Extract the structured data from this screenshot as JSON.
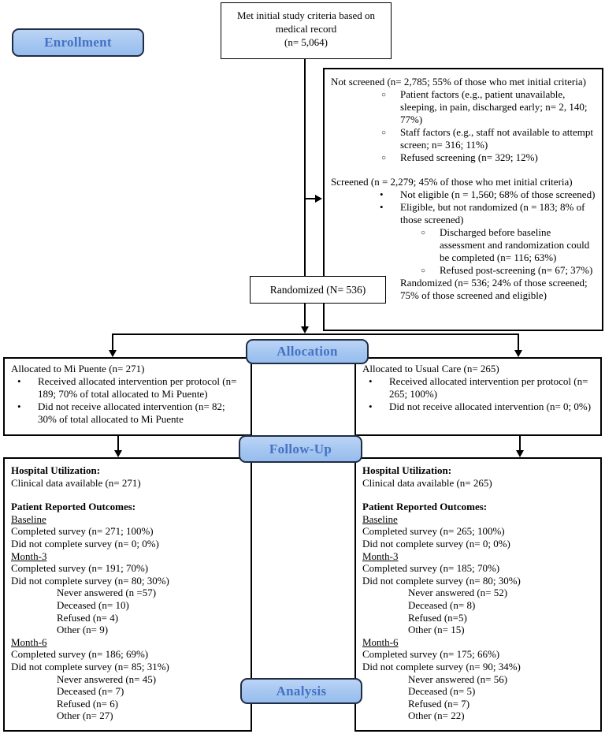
{
  "diagram": {
    "labels": {
      "enrollment": "Enrollment",
      "allocation": "Allocation",
      "followup": "Follow-Up",
      "analysis": "Analysis"
    },
    "colors": {
      "label_fill": "#a5c6f0",
      "label_border": "#1f2d45",
      "label_text": "#4472c4",
      "box_border": "#000000"
    },
    "top_box": {
      "lines": [
        {
          "t": "Met initial study criteria based on",
          "s": "plain"
        },
        {
          "t": "medical record",
          "s": "plain"
        },
        {
          "t": "(n= 5,064)",
          "s": "plain"
        }
      ]
    },
    "randomized_box": {
      "text": "Randomized (N= 536)"
    },
    "screening_box": {
      "lines": [
        {
          "t": "Not screened (n= 2,785; 55% of those who met initial criteria)",
          "s": "plain"
        },
        {
          "t": "Patient factors (e.g., patient unavailable, sleeping, in pain, discharged early; n= 2, 140; 77%)",
          "s": "circle"
        },
        {
          "t": "Staff factors (e.g., staff not available to attempt screen; n= 316; 11%)",
          "s": "circle"
        },
        {
          "t": "Refused screening (n= 329; 12%)",
          "s": "circle"
        },
        {
          "t": "",
          "s": "gap"
        },
        {
          "t": "Screened (n = 2,279; 45% of those who met initial criteria)",
          "s": "plain"
        },
        {
          "t": "Not eligible (n = 1,560; 68% of those screened)",
          "s": "bullet"
        },
        {
          "t": "Eligible, but not randomized (n = 183; 8% of those screened)",
          "s": "bullet"
        },
        {
          "t": "Discharged before baseline assessment and randomization could be completed (n= 116; 63%)",
          "s": "circle2"
        },
        {
          "t": "Refused post-screening (n= 67; 37%)",
          "s": "circle2"
        },
        {
          "t": "Randomized (n= 536; 24% of those screened; 75% of those screened and eligible)",
          "s": "bullet"
        }
      ]
    },
    "allocation_left": {
      "lines": [
        {
          "t": "Allocated to Mi Puente (n= 271)",
          "s": "plain"
        },
        {
          "t": "Received allocated intervention per protocol (n= 189; 70% of total allocated to Mi Puente)",
          "s": "bullet"
        },
        {
          "t": "Did not receive allocated intervention (n= 82; 30% of total allocated to Mi Puente",
          "s": "bullet"
        }
      ]
    },
    "allocation_right": {
      "lines": [
        {
          "t": "Allocated to Usual Care (n= 265)",
          "s": "plain"
        },
        {
          "t": "Received allocated intervention per protocol (n= 265; 100%)",
          "s": "bullet"
        },
        {
          "t": "Did not receive allocated intervention (n= 0; 0%)",
          "s": "bullet"
        }
      ]
    },
    "followup_left": {
      "lines": [
        {
          "t": "Hospital Utilization:",
          "s": "bold"
        },
        {
          "t": "Clinical data available (n= 271)",
          "s": "plain"
        },
        {
          "t": "",
          "s": "gap"
        },
        {
          "t": "Patient Reported Outcomes:",
          "s": "bold"
        },
        {
          "t": "Baseline",
          "s": "underline"
        },
        {
          "t": "Completed survey (n= 271; 100%)",
          "s": "plain"
        },
        {
          "t": "Did not complete survey (n= 0; 0%)",
          "s": "plain"
        },
        {
          "t": "Month-3",
          "s": "underline"
        },
        {
          "t": "Completed survey (n= 191; 70%)",
          "s": "plain"
        },
        {
          "t": "Did not complete survey (n= 80; 30%)",
          "s": "plain"
        },
        {
          "t": "Never answered (n =57)",
          "s": "sub"
        },
        {
          "t": "Deceased (n= 10)",
          "s": "sub"
        },
        {
          "t": "Refused (n= 4)",
          "s": "sub"
        },
        {
          "t": "Other (n= 9)",
          "s": "sub"
        },
        {
          "t": "Month-6",
          "s": "underline"
        },
        {
          "t": "Completed survey (n= 186; 69%)",
          "s": "plain"
        },
        {
          "t": "Did not complete survey (n= 85; 31%)",
          "s": "plain"
        },
        {
          "t": "Never answered (n= 45)",
          "s": "sub"
        },
        {
          "t": "Deceased (n= 7)",
          "s": "sub"
        },
        {
          "t": "Refused (n= 6)",
          "s": "sub"
        },
        {
          "t": "Other (n= 27)",
          "s": "sub"
        }
      ]
    },
    "followup_right": {
      "lines": [
        {
          "t": "Hospital Utilization:",
          "s": "bold"
        },
        {
          "t": "Clinical data available (n= 265)",
          "s": "plain"
        },
        {
          "t": "",
          "s": "gap"
        },
        {
          "t": "Patient Reported Outcomes:",
          "s": "bold"
        },
        {
          "t": "Baseline",
          "s": "underline"
        },
        {
          "t": "Completed survey (n= 265; 100%)",
          "s": "plain"
        },
        {
          "t": "Did not complete survey (n= 0; 0%)",
          "s": "plain"
        },
        {
          "t": "Month-3",
          "s": "underline"
        },
        {
          "t": "Completed survey (n= 185; 70%)",
          "s": "plain"
        },
        {
          "t": "Did not complete survey (n= 80; 30%)",
          "s": "plain"
        },
        {
          "t": "Never answered (n= 52)",
          "s": "sub"
        },
        {
          "t": "Deceased (n= 8)",
          "s": "sub"
        },
        {
          "t": "Refused (n=5)",
          "s": "sub"
        },
        {
          "t": "Other (n= 15)",
          "s": "sub"
        },
        {
          "t": "Month-6",
          "s": "underline"
        },
        {
          "t": "Completed survey (n= 175; 66%)",
          "s": "plain"
        },
        {
          "t": "Did not complete survey (n= 90; 34%)",
          "s": "plain"
        },
        {
          "t": "Never answered (n= 56)",
          "s": "sub"
        },
        {
          "t": "Deceased (n= 5)",
          "s": "sub"
        },
        {
          "t": "Refused (n= 7)",
          "s": "sub"
        },
        {
          "t": "Other (n= 22)",
          "s": "sub"
        }
      ]
    }
  }
}
